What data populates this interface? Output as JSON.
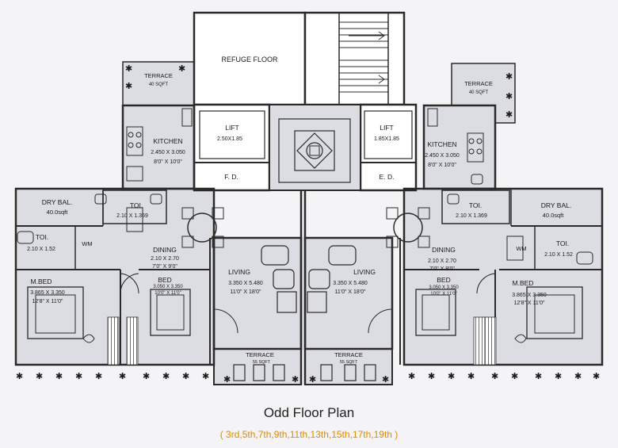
{
  "title": "Odd Floor Plan",
  "floors": "( 3rd,5th,7th,9th,11th,13th,15th,17th,19th )",
  "colors": {
    "wall": "#2a2a2a",
    "floor": "#dcdde2",
    "paper": "#f4f4f6",
    "accent": "#e08a00"
  },
  "rooms": {
    "refuge": "REFUGE FLOOR",
    "terrace_tl": "TERRACE",
    "terrace_tl_area": "40 SQFT",
    "terrace_tr": "TERRACE",
    "terrace_tr_area": "40 SQFT",
    "lift_l": "LIFT",
    "lift_l_size": "2.50X1.85",
    "lift_r": "LIFT",
    "lift_r_size": "1.85X1.85",
    "fd": "F. D.",
    "ed": "E. D.",
    "kitchen_l": "KITCHEN",
    "kitchen_l_m": "2.450 X 3.050",
    "kitchen_l_ft": "8'0\" X 10'0\"",
    "kitchen_r": "KITCHEN",
    "kitchen_r_m": "2.450 X 3.050",
    "kitchen_r_ft": "8'0\" X 10'0\"",
    "drybal_l": "DRY BAL.",
    "drybal_l_area": "40.0sqft",
    "drybal_r": "DRY BAL.",
    "drybal_r_area": "40.0sqft",
    "toi_a_l": "TOI.",
    "toi_a_l_size": "2.10 X 1.369",
    "toi_a_r": "TOI.",
    "toi_a_r_size": "2.10 X 1.369",
    "toi_b_l": "TOI.",
    "toi_b_l_size": "2.10 X 1.52",
    "toi_b_r": "TOI.",
    "toi_b_r_size": "2.10 X 1.52",
    "wm_l": "WM",
    "wm_r": "WM",
    "dining_l": "DINING",
    "dining_l_m": "2.10 X 2.70",
    "dining_l_ft": "7'0\" X 9'0\"",
    "dining_r": "DINING",
    "dining_r_m": "2.10 X 2.70",
    "dining_r_ft": "7'0\" X 9'0\"",
    "living_l": "LIVING",
    "living_l_m": "3.350 X 5.480",
    "living_l_ft": "11'0\" X 18'0\"",
    "living_r": "LIVING",
    "living_r_m": "3.350 X 5.480",
    "living_r_ft": "11'0\" X 18'0\"",
    "mbed_l": "M.BED",
    "mbed_l_m": "3.865 X 3.350",
    "mbed_l_ft": "12'8\" X 11'0\"",
    "mbed_r": "M.BED",
    "mbed_r_m": "3.865 X 3.350",
    "mbed_r_ft": "12'8\" X 11'0\"",
    "bed_l": "BED",
    "bed_l_m": "3.050 X 3.350",
    "bed_l_ft": "10'0\" X 11'0\"",
    "bed_r": "BED",
    "bed_r_m": "3.050 X 3.350",
    "bed_r_ft": "10'0\" X 11'0\"",
    "terrace_bl": "TERRACE",
    "terrace_bl_area": "55 SQFT",
    "terrace_br": "TERRACE",
    "terrace_br_area": "55 SQFT"
  }
}
